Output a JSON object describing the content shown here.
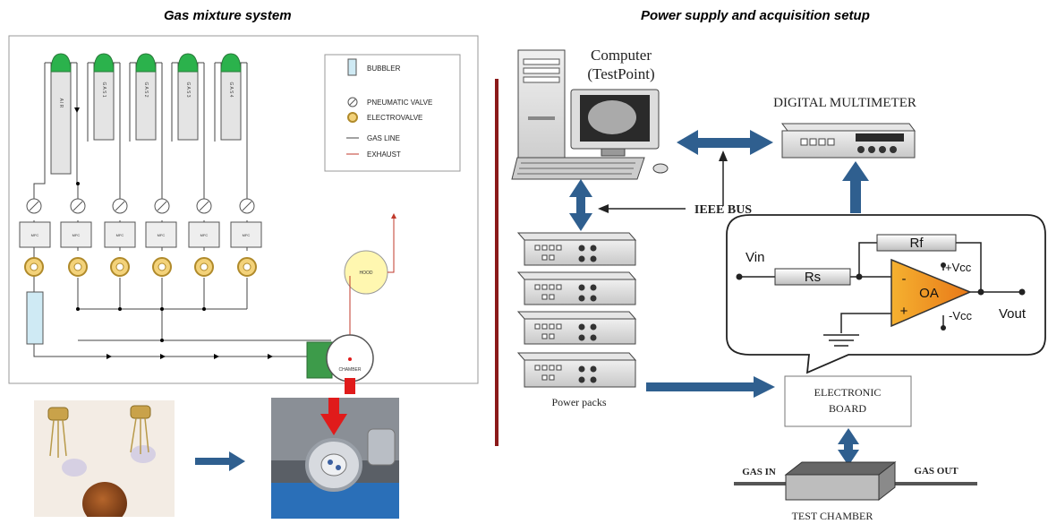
{
  "titles": {
    "left": "Gas mixture system",
    "right": "Power supply and acquisition setup"
  },
  "gas_system": {
    "cylinders": [
      "A I R",
      "G A S 1",
      "G A S 2",
      "G A S 3",
      "G A S 4"
    ],
    "mfc_label": "MFC",
    "hood_label": "HOOD",
    "chamber_label": "CHAMBER",
    "legend": {
      "bubbler": "BUBBLER",
      "pneumatic_valve": "PNEUMATIC VALVE",
      "electrovalve": "ELECTROVALVE",
      "gas_line": "GAS LINE",
      "exhaust": "EXHAUST"
    }
  },
  "acquisition": {
    "computer_line1": "Computer",
    "computer_line2": "(TestPoint)",
    "multimeter": "DIGITAL MULTIMETER",
    "ieee_bus": "IEEE BUS",
    "power_packs": "Power packs",
    "board_line1": "ELECTRONIC",
    "board_line2": "BOARD",
    "gas_in": "GAS IN",
    "gas_out": "GAS OUT",
    "test_chamber": "TEST CHAMBER"
  },
  "circuit": {
    "vin": "Vin",
    "rf": "Rf",
    "rs": "Rs",
    "oa": "OA",
    "plus_vcc": "+Vcc",
    "minus_vcc": "-Vcc",
    "vout": "Vout",
    "minus_sign": "-",
    "plus_sign": "+"
  },
  "colors": {
    "arrow_blue": "#2f5f8f",
    "divider_red": "#8b1a1a",
    "cylinder_green": "#2bb24c",
    "opamp_orange": "#f5a623",
    "hood_yellow": "#fff7b0",
    "chamber_arrow_red": "#e01b1b"
  }
}
